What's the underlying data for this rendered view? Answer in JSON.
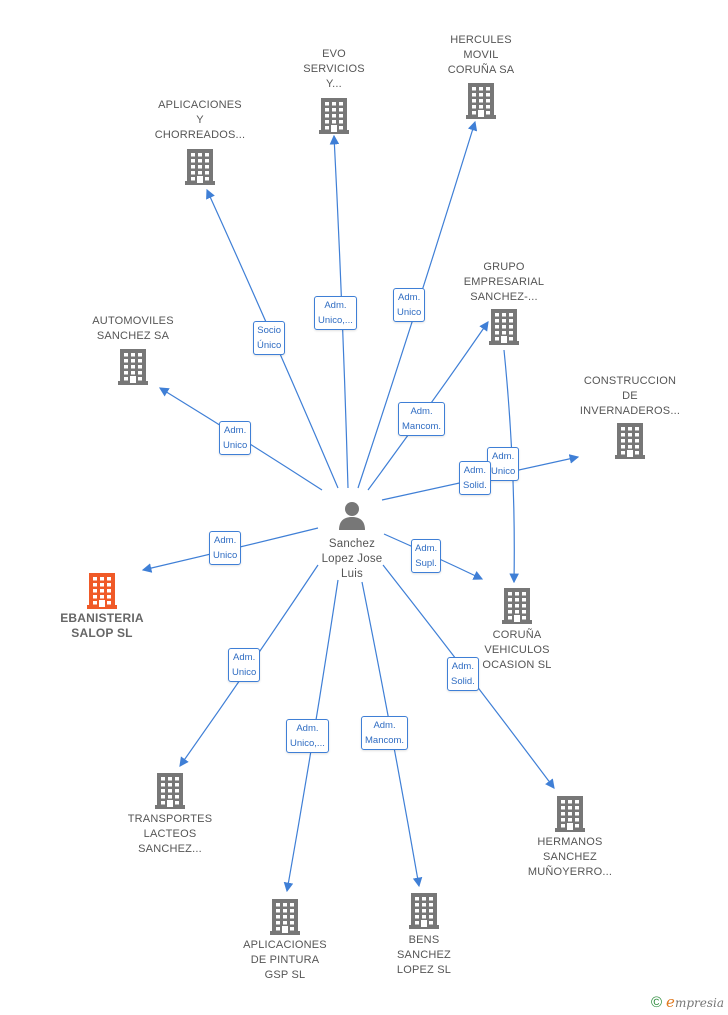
{
  "center": {
    "id": "center",
    "name": "Sanchez\nLopez Jose\nLuis"
  },
  "companies": [
    {
      "id": "aplicaciones_chorreados",
      "name": "APLICACIONES\nY\nCHORREADOS..."
    },
    {
      "id": "evo",
      "name": "EVO\nSERVICIOS\nY..."
    },
    {
      "id": "hercules",
      "name": "HERCULES\nMOVIL\nCORUÑA SA"
    },
    {
      "id": "grupo",
      "name": "GRUPO\nEMPRESARIAL\nSANCHEZ-..."
    },
    {
      "id": "automoviles",
      "name": "AUTOMOVILES\nSANCHEZ SA"
    },
    {
      "id": "construccion",
      "name": "CONSTRUCCION\nDE\nINVERNADEROS..."
    },
    {
      "id": "ebanisteria",
      "name": "EBANISTERIA\nSALOP  SL",
      "highlight": true
    },
    {
      "id": "coruna",
      "name": "CORUÑA\nVEHICULOS\nOCASION SL"
    },
    {
      "id": "transportes",
      "name": "TRANSPORTES\nLACTEOS\nSANCHEZ..."
    },
    {
      "id": "hermanos",
      "name": "HERMANOS\nSANCHEZ\nMUÑOYERRO..."
    },
    {
      "id": "aplicaciones_pintura",
      "name": "APLICACIONES\nDE PINTURA\nGSP  SL"
    },
    {
      "id": "bens",
      "name": "BENS\nSANCHEZ\nLOPEZ SL"
    }
  ],
  "edges": [
    {
      "id": "e1",
      "from": "center",
      "to": "aplicaciones_chorreados",
      "label": "Socio\nÚnico"
    },
    {
      "id": "e2",
      "from": "center",
      "to": "evo",
      "label": "Adm.\nUnico,..."
    },
    {
      "id": "e3",
      "from": "center",
      "to": "hercules",
      "label": "Adm.\nUnico"
    },
    {
      "id": "e4",
      "from": "center",
      "to": "grupo",
      "label": "Adm.\nMancom."
    },
    {
      "id": "e5",
      "from": "center",
      "to": "automoviles",
      "label": "Adm.\nUnico"
    },
    {
      "id": "e6",
      "from": "grupo",
      "to": "coruna",
      "label": "Adm.\nUnico"
    },
    {
      "id": "e7",
      "from": "center",
      "to": "construccion",
      "label": "Adm.\nSolid."
    },
    {
      "id": "e8",
      "from": "center",
      "to": "ebanisteria",
      "label": "Adm.\nUnico"
    },
    {
      "id": "e9",
      "from": "center",
      "to": "coruna",
      "label": "Adm.\nSupl."
    },
    {
      "id": "e10",
      "from": "center",
      "to": "transportes",
      "label": "Adm.\nUnico"
    },
    {
      "id": "e11",
      "from": "center",
      "to": "hermanos",
      "label": "Adm.\nSolid."
    },
    {
      "id": "e12",
      "from": "center",
      "to": "aplicaciones_pintura",
      "label": "Adm.\nUnico,..."
    },
    {
      "id": "e13",
      "from": "center",
      "to": "bens",
      "label": "Adm.\nMancom."
    }
  ],
  "colors": {
    "edge": "#3f7fd6",
    "building": "#777777",
    "highlight": "#f05a28",
    "person": "#777777"
  },
  "footer": {
    "copyright": "©",
    "brand_initial": "e",
    "brand_rest": "mpresia"
  }
}
